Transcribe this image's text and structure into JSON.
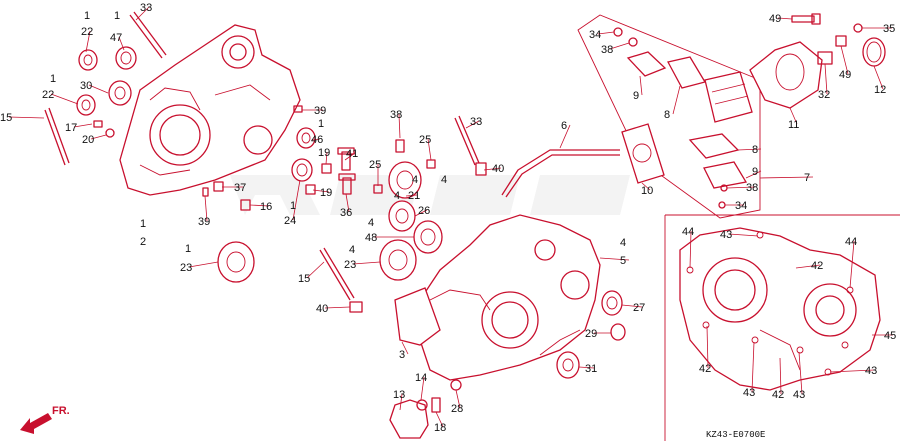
{
  "diagram": {
    "drawing_code": "KZ43-E0700E",
    "direction_label": "FR.",
    "callouts": [
      {
        "id": "c33a",
        "text": "33"
      },
      {
        "id": "c1a",
        "text": "1"
      },
      {
        "id": "c22a",
        "text": "22"
      },
      {
        "id": "c1b",
        "text": "1"
      },
      {
        "id": "c47",
        "text": "47"
      },
      {
        "id": "c30",
        "text": "30"
      },
      {
        "id": "c1c",
        "text": "1"
      },
      {
        "id": "c22b",
        "text": "22"
      },
      {
        "id": "c15a",
        "text": "15"
      },
      {
        "id": "c17",
        "text": "17"
      },
      {
        "id": "c20",
        "text": "20"
      },
      {
        "id": "c39a",
        "text": "39"
      },
      {
        "id": "c1d",
        "text": "1"
      },
      {
        "id": "c46",
        "text": "46"
      },
      {
        "id": "c38a",
        "text": "38"
      },
      {
        "id": "c33b",
        "text": "33"
      },
      {
        "id": "c6",
        "text": "6"
      },
      {
        "id": "c19a",
        "text": "19"
      },
      {
        "id": "c41",
        "text": "41"
      },
      {
        "id": "c25a",
        "text": "25"
      },
      {
        "id": "c25b",
        "text": "25"
      },
      {
        "id": "c37",
        "text": "37"
      },
      {
        "id": "c1e",
        "text": "1"
      },
      {
        "id": "c19b",
        "text": "19"
      },
      {
        "id": "c24",
        "text": "24"
      },
      {
        "id": "c16",
        "text": "16"
      },
      {
        "id": "c36",
        "text": "36"
      },
      {
        "id": "c4a",
        "text": "4"
      },
      {
        "id": "c21",
        "text": "21"
      },
      {
        "id": "c40a",
        "text": "40"
      },
      {
        "id": "c4b",
        "text": "4"
      },
      {
        "id": "c4c",
        "text": "4"
      },
      {
        "id": "c1f",
        "text": "1"
      },
      {
        "id": "c2",
        "text": "2"
      },
      {
        "id": "c39b",
        "text": "39"
      },
      {
        "id": "c26",
        "text": "26"
      },
      {
        "id": "c4d",
        "text": "4"
      },
      {
        "id": "c48",
        "text": "48"
      },
      {
        "id": "c4e",
        "text": "4"
      },
      {
        "id": "c23a",
        "text": "23"
      },
      {
        "id": "c1g",
        "text": "1"
      },
      {
        "id": "c23b",
        "text": "23"
      },
      {
        "id": "c4f",
        "text": "4"
      },
      {
        "id": "c5",
        "text": "5"
      },
      {
        "id": "c15b",
        "text": "15"
      },
      {
        "id": "c40b",
        "text": "40"
      },
      {
        "id": "c27",
        "text": "27"
      },
      {
        "id": "c29",
        "text": "29"
      },
      {
        "id": "c3",
        "text": "3"
      },
      {
        "id": "c31",
        "text": "31"
      },
      {
        "id": "c13",
        "text": "13"
      },
      {
        "id": "c14",
        "text": "14"
      },
      {
        "id": "c28",
        "text": "28"
      },
      {
        "id": "c18",
        "text": "18"
      },
      {
        "id": "c34a",
        "text": "34"
      },
      {
        "id": "c38b",
        "text": "38"
      },
      {
        "id": "c49a",
        "text": "49"
      },
      {
        "id": "c35",
        "text": "35"
      },
      {
        "id": "c49b",
        "text": "49"
      },
      {
        "id": "c32",
        "text": "32"
      },
      {
        "id": "c12",
        "text": "12"
      },
      {
        "id": "c9a",
        "text": "9"
      },
      {
        "id": "c8a",
        "text": "8"
      },
      {
        "id": "c11",
        "text": "11"
      },
      {
        "id": "c8b",
        "text": "8"
      },
      {
        "id": "c9b",
        "text": "9"
      },
      {
        "id": "c38c",
        "text": "38"
      },
      {
        "id": "c7",
        "text": "7"
      },
      {
        "id": "c10",
        "text": "10"
      },
      {
        "id": "c34b",
        "text": "34"
      },
      {
        "id": "c44a",
        "text": "44"
      },
      {
        "id": "c43a",
        "text": "43"
      },
      {
        "id": "c44b",
        "text": "44"
      },
      {
        "id": "c42a",
        "text": "42"
      },
      {
        "id": "c45",
        "text": "45"
      },
      {
        "id": "c42b",
        "text": "42"
      },
      {
        "id": "c43b",
        "text": "43"
      },
      {
        "id": "c42c",
        "text": "42"
      },
      {
        "id": "c43c",
        "text": "43"
      },
      {
        "id": "c43d",
        "text": "43"
      }
    ]
  }
}
